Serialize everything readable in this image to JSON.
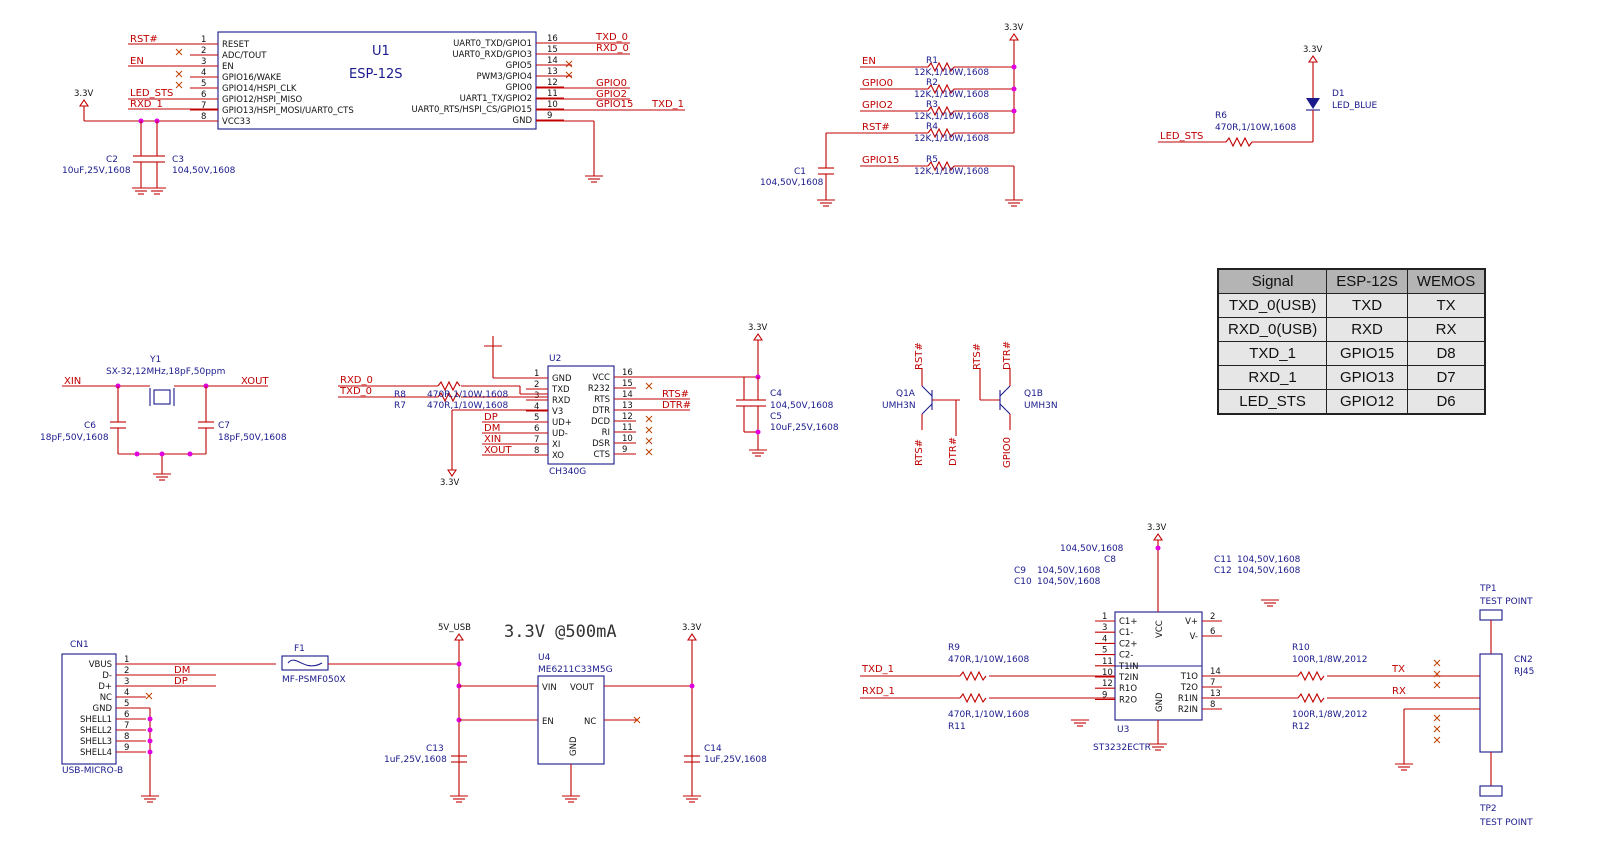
{
  "net": {
    "v33": "3.3V",
    "v5": "5V_USB",
    "rst": "RST#",
    "en": "EN",
    "led": "LED_STS",
    "rxd1": "RXD_1",
    "txd0": "TXD_0",
    "rxd0": "RXD_0",
    "gpio0": "GPIO0",
    "gpio2": "GPIO2",
    "gpio15": "GPIO15",
    "txd1": "TXD_1",
    "xin": "XIN",
    "xout": "XOUT",
    "dp": "DP",
    "dm": "DM",
    "rts": "RTS#",
    "dtr": "DTR#",
    "tx": "TX",
    "rx": "RX"
  },
  "u1": {
    "ref": "U1",
    "part": "ESP-12S",
    "left_pins": [
      {
        "n": "1",
        "name": "RESET"
      },
      {
        "n": "2",
        "name": "ADC/TOUT"
      },
      {
        "n": "3",
        "name": "EN"
      },
      {
        "n": "4",
        "name": "GPIO16/WAKE"
      },
      {
        "n": "5",
        "name": "GPIO14/HSPI_CLK"
      },
      {
        "n": "6",
        "name": "GPIO12/HSPI_MISO"
      },
      {
        "n": "7",
        "name": "GPIO13/HSPI_MOSI/UART0_CTS"
      },
      {
        "n": "8",
        "name": "VCC33"
      }
    ],
    "right_pins": [
      {
        "n": "16",
        "name": "UART0_TXD/GPIO1"
      },
      {
        "n": "15",
        "name": "UART0_RXD/GPIO3"
      },
      {
        "n": "14",
        "name": "GPIO5"
      },
      {
        "n": "13",
        "name": "PWM3/GPIO4"
      },
      {
        "n": "12",
        "name": "GPIO0"
      },
      {
        "n": "11",
        "name": "UART1_TX/GPIO2"
      },
      {
        "n": "10",
        "name": "UART0_RTS/HSPI_CS/GPIO15"
      },
      {
        "n": "9",
        "name": "GND"
      }
    ]
  },
  "caps_u1": {
    "c2": "C2",
    "c2v": "10uF,25V,1608",
    "c3": "C3",
    "c3v": "104,50V,1608"
  },
  "pullups": {
    "r1": "R1",
    "r2": "R2",
    "r3": "R3",
    "r4": "R4",
    "r5": "R5",
    "val": "12K,1/10W,1608",
    "c1": "C1",
    "c1v": "104,50V,1608"
  },
  "led": {
    "d1": "D1",
    "d1v": "LED_BLUE",
    "r6": "R6",
    "r6v": "470R,1/10W,1608"
  },
  "table": {
    "headers": [
      "Signal",
      "ESP-12S",
      "WEMOS"
    ],
    "rows": [
      [
        "TXD_0(USB)",
        "TXD",
        "TX"
      ],
      [
        "RXD_0(USB)",
        "RXD",
        "RX"
      ],
      [
        "TXD_1",
        "GPIO15",
        "D8"
      ],
      [
        "RXD_1",
        "GPIO13",
        "D7"
      ],
      [
        "LED_STS",
        "GPIO12",
        "D6"
      ]
    ]
  },
  "xtal": {
    "y1": "Y1",
    "y1v": "SX-32,12MHz,18pF,50ppm",
    "c6": "C6",
    "c6v": "18pF,50V,1608",
    "c7": "C7",
    "c7v": "18pF,50V,1608"
  },
  "u2": {
    "ref": "U2",
    "part": "CH340G",
    "left_pins": [
      {
        "n": "1",
        "name": "GND"
      },
      {
        "n": "2",
        "name": "TXD"
      },
      {
        "n": "3",
        "name": "RXD"
      },
      {
        "n": "4",
        "name": "V3"
      },
      {
        "n": "5",
        "name": "UD+"
      },
      {
        "n": "6",
        "name": "UD-"
      },
      {
        "n": "7",
        "name": "XI"
      },
      {
        "n": "8",
        "name": "XO"
      }
    ],
    "right_pins": [
      {
        "n": "16",
        "name": "VCC"
      },
      {
        "n": "15",
        "name": "R232"
      },
      {
        "n": "14",
        "name": "RTS"
      },
      {
        "n": "13",
        "name": "DTR"
      },
      {
        "n": "12",
        "name": "DCD"
      },
      {
        "n": "11",
        "name": "RI"
      },
      {
        "n": "10",
        "name": "DSR"
      },
      {
        "n": "9",
        "name": "CTS"
      }
    ],
    "r8": "R8",
    "r7": "R7",
    "rv": "470R,1/10W,1608",
    "c4": "C4",
    "c4v": "104,50V,1608",
    "c5": "C5",
    "c5v": "10uF,25V,1608"
  },
  "q1": {
    "a": "Q1A",
    "b": "Q1B",
    "part": "UMH3N"
  },
  "cn1": {
    "ref": "CN1",
    "part": "USB-MICRO-B",
    "pins": [
      {
        "n": "1",
        "name": "VBUS"
      },
      {
        "n": "2",
        "name": "D-"
      },
      {
        "n": "3",
        "name": "D+"
      },
      {
        "n": "4",
        "name": "NC"
      },
      {
        "n": "5",
        "name": "GND"
      },
      {
        "n": "6",
        "name": "SHELL1"
      },
      {
        "n": "7",
        "name": "SHELL2"
      },
      {
        "n": "8",
        "name": "SHELL3"
      },
      {
        "n": "9",
        "name": "SHELL4"
      }
    ]
  },
  "fuse": {
    "ref": "F1",
    "part": "MF-PSMF050X"
  },
  "reg": {
    "note": "3.3V @500mA",
    "ref": "U4",
    "part": "ME6211C33M5G",
    "vin": "VIN",
    "vout": "VOUT",
    "en": "EN",
    "nc": "NC",
    "gnd": "GND",
    "c13": "C13",
    "c13v": "1uF,25V,1608",
    "c14": "C14",
    "c14v": "1uF,25V,1608"
  },
  "u3": {
    "ref": "U3",
    "part": "ST3232ECTR",
    "left_pins": [
      {
        "n": "1",
        "name": "C1+"
      },
      {
        "n": "3",
        "name": "C1-"
      },
      {
        "n": "4",
        "name": "C2+"
      },
      {
        "n": "5",
        "name": "C2-"
      },
      {
        "n": "11",
        "name": "T1IN"
      },
      {
        "n": "10",
        "name": "T2IN"
      },
      {
        "n": "12",
        "name": "R1O"
      },
      {
        "n": "9",
        "name": "R2O"
      }
    ],
    "right_pins": [
      {
        "n": "2",
        "name": "V+"
      },
      {
        "n": "6",
        "name": "V-"
      },
      {
        "n": "14",
        "name": "T1O"
      },
      {
        "n": "7",
        "name": "T2O"
      },
      {
        "n": "13",
        "name": "R1IN"
      },
      {
        "n": "8",
        "name": "R2IN"
      }
    ],
    "vcc": "VCC",
    "gnd": "GND",
    "c8": "C8",
    "c8v": "104,50V,1608",
    "c9": "C9",
    "c10": "C10",
    "c9v": "104,50V,1608",
    "c10v": "104,50V,1608",
    "c11": "C11",
    "c12": "C12",
    "c11v": "104,50V,1608",
    "c12v": "104,50V,1608",
    "r9": "R9",
    "r9v": "470R,1/10W,1608",
    "r11": "R11",
    "r11v": "470R,1/10W,1608",
    "r10": "R10",
    "r10v": "100R,1/8W,2012",
    "r12": "R12",
    "r12v": "100R,1/8W,2012"
  },
  "cn2": {
    "ref": "CN2",
    "part": "RJ45",
    "tp1": "TP1",
    "tp2": "TP2",
    "tp": "TEST POINT"
  }
}
